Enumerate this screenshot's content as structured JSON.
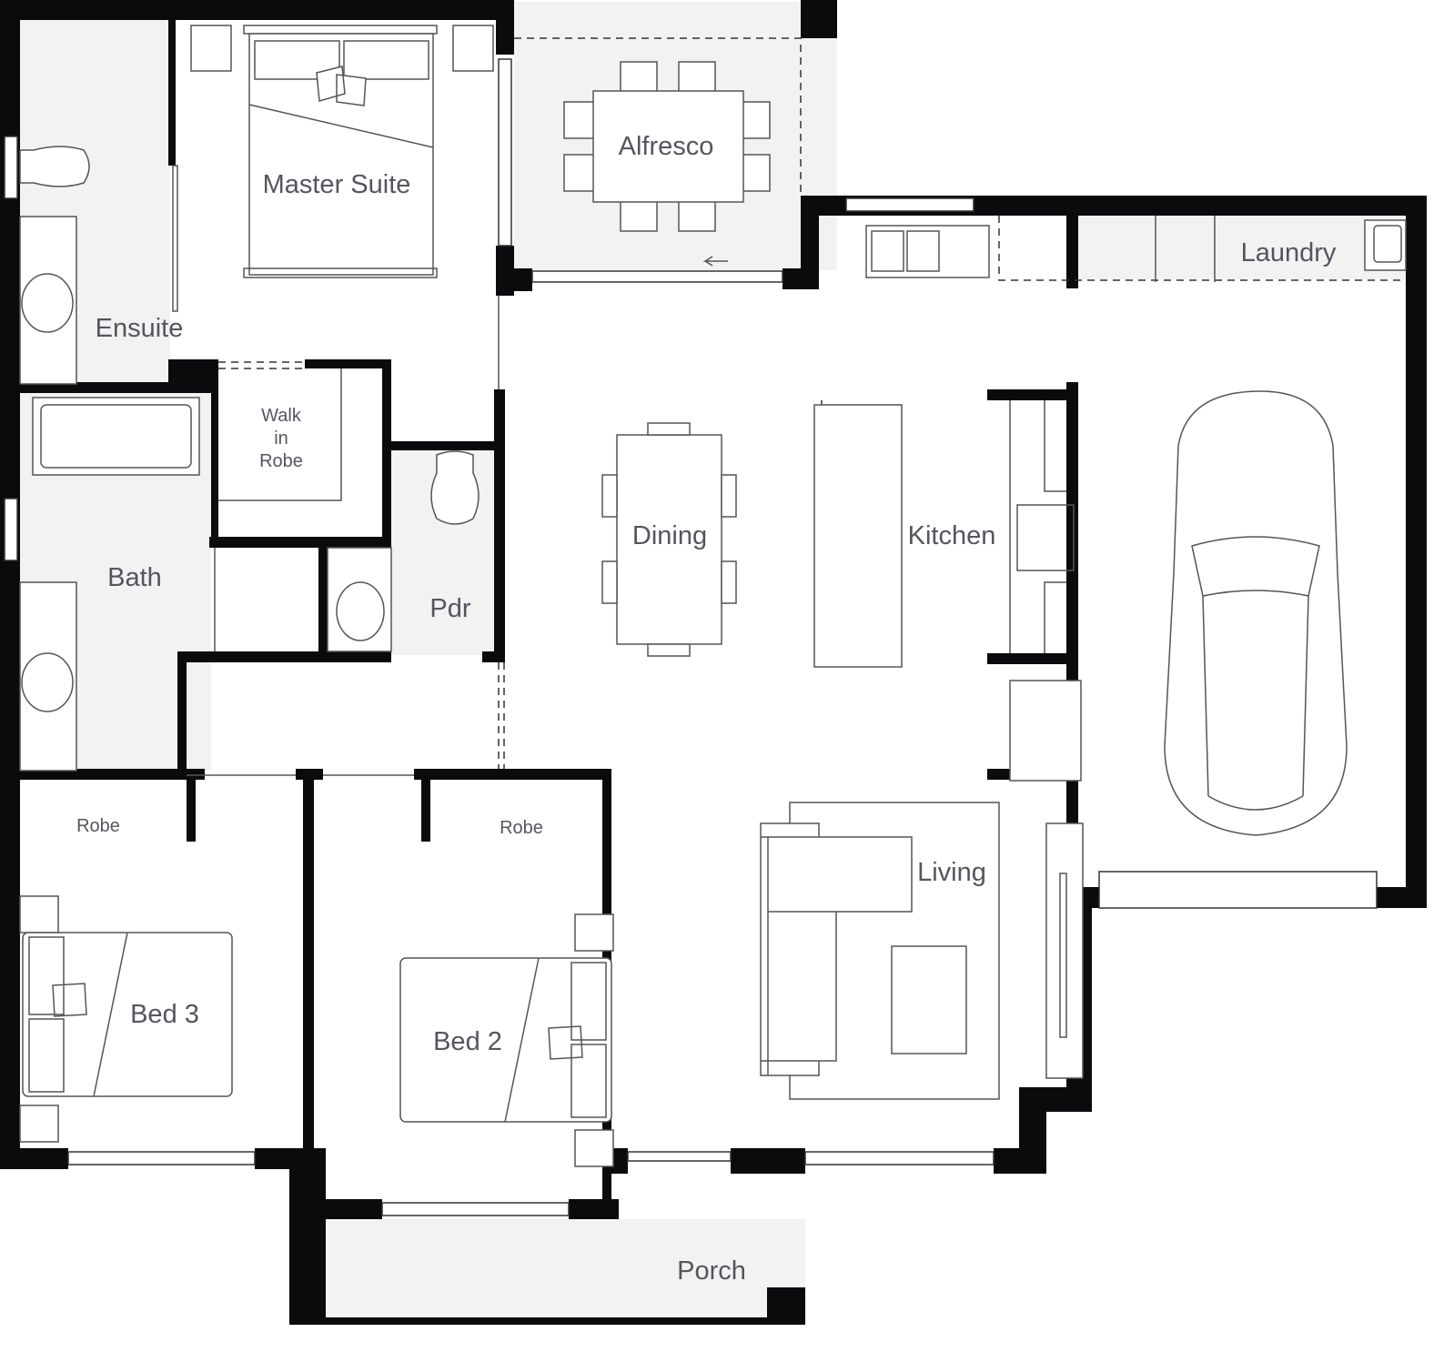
{
  "plan": {
    "rooms": {
      "master_suite": "Master Suite",
      "ensuite": "Ensuite",
      "alfresco": "Alfresco",
      "laundry": "Laundry",
      "walk_in_robe": [
        "Walk",
        "in",
        "Robe"
      ],
      "bath": "Bath",
      "pdr": "Pdr",
      "dining": "Dining",
      "kitchen": "Kitchen",
      "living": "Living",
      "robe_bed3": "Robe",
      "robe_bed2": "Robe",
      "bed3": "Bed 3",
      "bed2": "Bed 2",
      "porch": "Porch"
    }
  }
}
